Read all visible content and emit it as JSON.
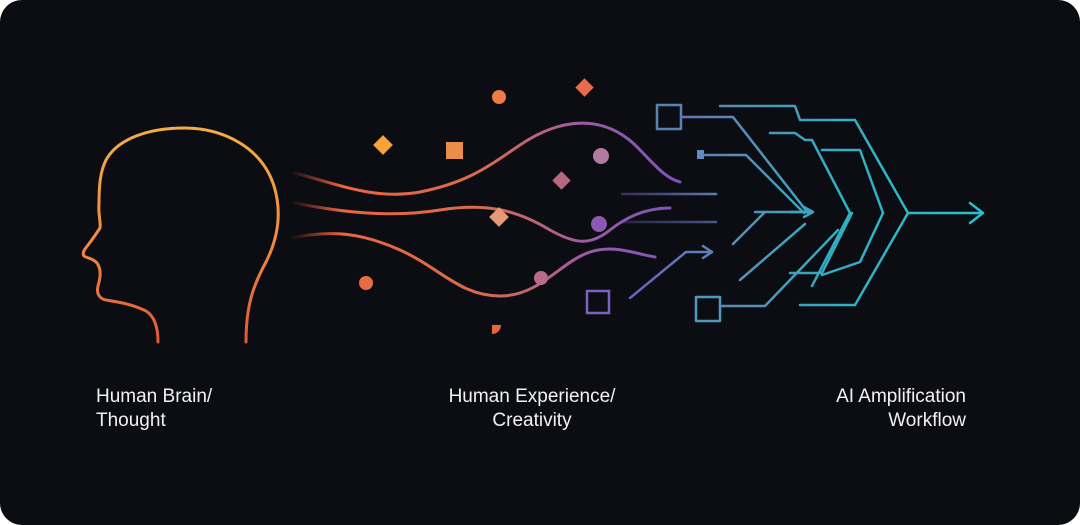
{
  "colors": {
    "background": "#0c0d12",
    "warm_orange": "#f7a33b",
    "coral": "#e96a45",
    "purple": "#7a5bc0",
    "teal": "#2bb6c6",
    "steel_blue": "#5d8fb5"
  },
  "stages": [
    {
      "line1": "Human Brain/",
      "line2": "Thought"
    },
    {
      "line1": "Human Experience/",
      "line2": "Creativity"
    },
    {
      "line1": "AI Amplification",
      "line2": "Workflow"
    }
  ]
}
